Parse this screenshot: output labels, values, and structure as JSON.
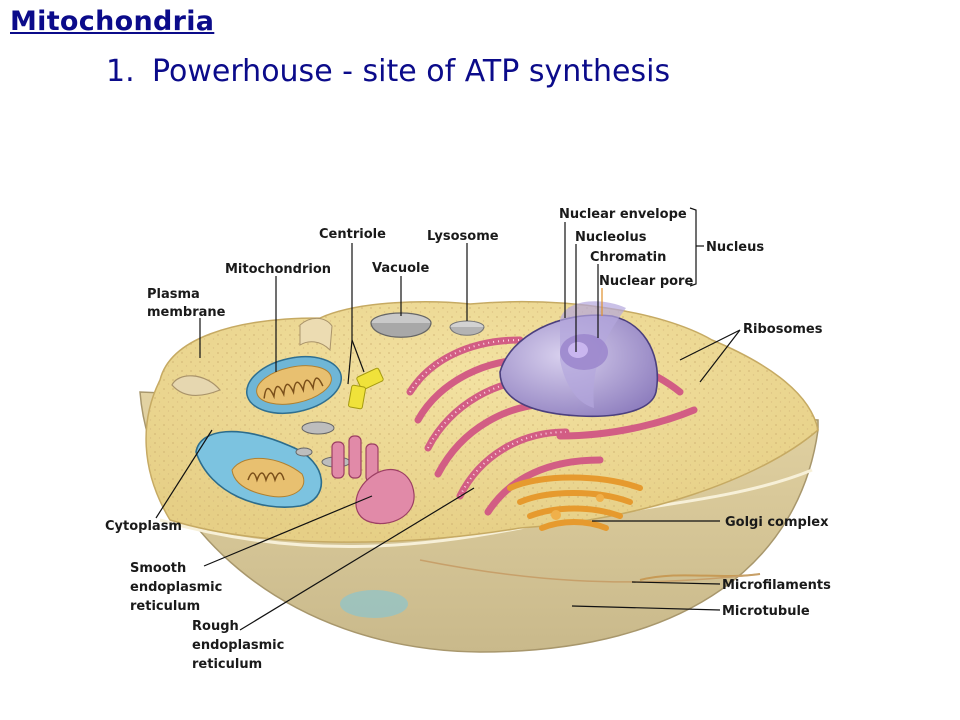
{
  "slide": {
    "title": "Mitochondria",
    "bullet_number": "1.",
    "bullet_text": "Powerhouse - site of ATP synthesis"
  },
  "diagram": {
    "labels": {
      "plasma_membrane_1": "Plasma",
      "plasma_membrane_2": "membrane",
      "mitochondrion": "Mitochondrion",
      "centriole": "Centriole",
      "vacuole": "Vacuole",
      "lysosome": "Lysosome",
      "nuclear_envelope": "Nuclear envelope",
      "nucleolus": "Nucleolus",
      "chromatin": "Chromatin",
      "nuclear_pore": "Nuclear pore",
      "nucleus": "Nucleus",
      "ribosomes": "Ribosomes",
      "cytoplasm": "Cytoplasm",
      "smooth_er_1": "Smooth",
      "smooth_er_2": "endoplasmic",
      "smooth_er_3": "reticulum",
      "rough_er_1": "Rough",
      "rough_er_2": "endoplasmic",
      "rough_er_3": "reticulum",
      "golgi": "Golgi complex",
      "microfilaments": "Microfilaments",
      "microtubule": "Microtubule"
    }
  }
}
